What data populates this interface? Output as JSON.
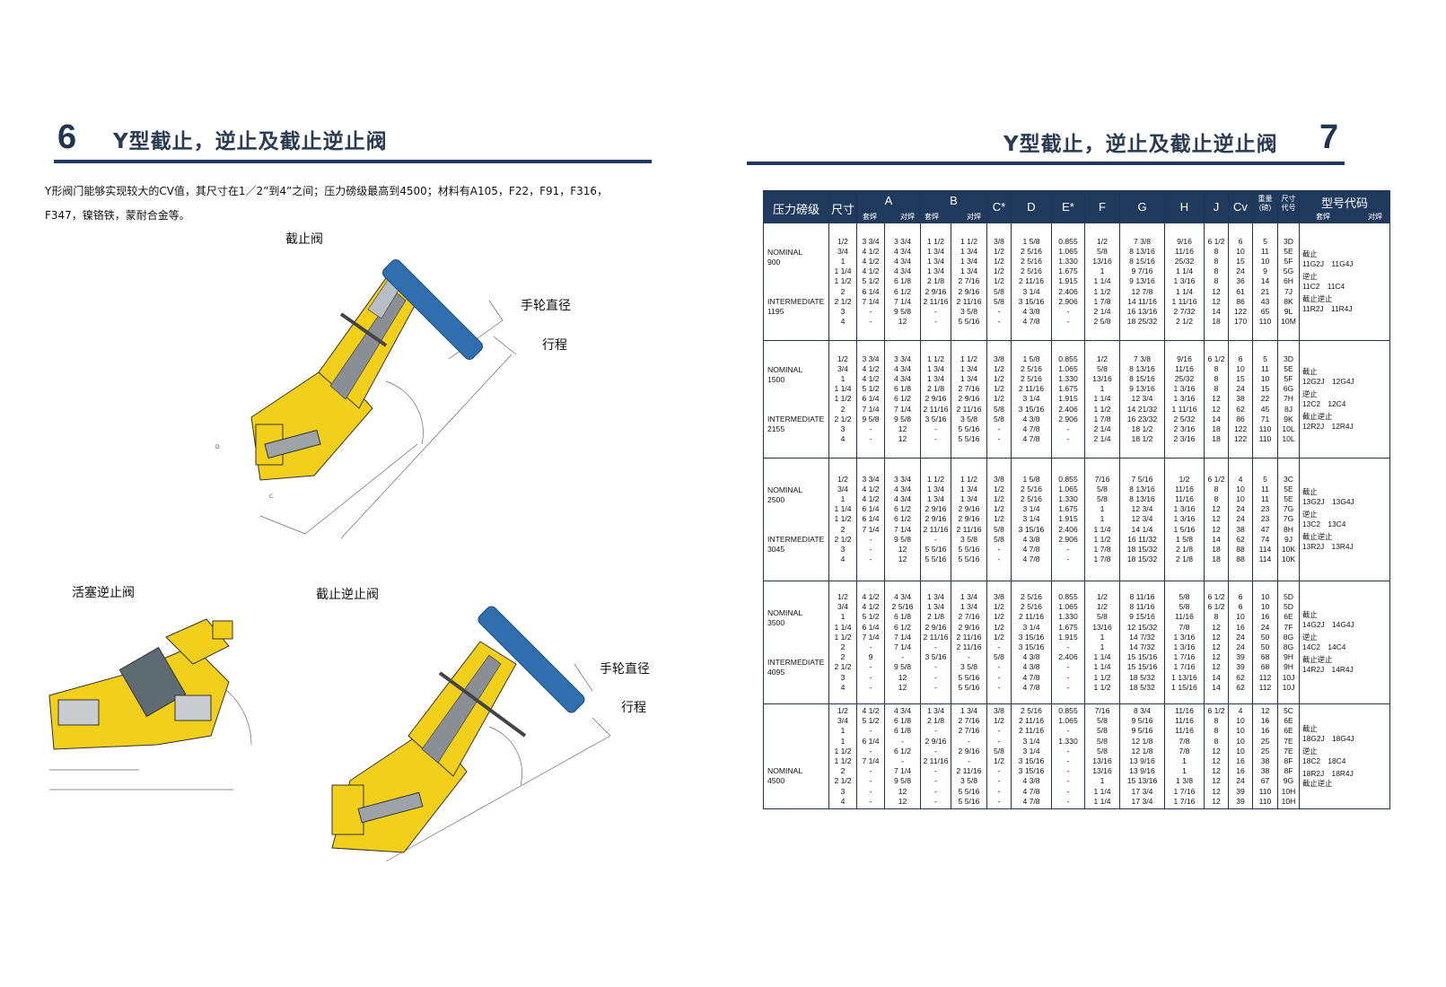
{
  "left_page": {
    "page_number": "6",
    "title": "Y型截止，逆止及截止逆止阀",
    "intro_line1": "Y形阀门能够实现较大的CV值，其尺寸在1／2”到4”之间；压力磅级最高到4500；材料有A105，F22，F91，F316，",
    "intro_line2": "F347，镍铬铁，蒙耐合金等。",
    "labels": {
      "globe": "截止阀",
      "handwheel_1": "手轮直径",
      "stroke_1": "行程",
      "piston_check": "活塞逆止阀",
      "stop_check": "截止逆止阀",
      "handwheel_2": "手轮直径",
      "stroke_2": "行程"
    }
  },
  "right_page": {
    "page_number": "7",
    "title": "Y型截止，逆止及截止逆止阀"
  },
  "colors": {
    "navy": "#1f3a5c",
    "valve_yellow": "#f2cf1a",
    "handwheel_blue": "#2f6fb0"
  },
  "table": {
    "headers": {
      "class": "压力磅级",
      "size": "尺寸",
      "A": "A",
      "A_sub1": "套焊",
      "A_sub2": "对焊",
      "B": "B",
      "B_sub1": "套焊",
      "B_sub2": "对焊",
      "C": "C*",
      "D": "D",
      "E": "E*",
      "F": "F",
      "G": "G",
      "H": "H",
      "J": "J",
      "Cv": "Cv",
      "weight": "重量\n(磅)",
      "sizecode": "尺寸\n代号",
      "model": "型号代码",
      "model_sub1": "套焊",
      "model_sub2": "对焊"
    },
    "groups": [
      {
        "pt": [
          "NOMINAL",
          "900",
          "",
          "",
          "",
          "INTERMEDIATE",
          "1195"
        ],
        "size": [
          "1/2",
          "3/4",
          "1",
          "1 1/4",
          "1 1/2",
          "2",
          "2 1/2",
          "3",
          "4"
        ],
        "A_sw": [
          "3 3/4",
          "4 1/2",
          "4 1/2",
          "4 1/2",
          "5 1/2",
          "6 1/4",
          "7 1/4",
          "-",
          "-"
        ],
        "A_bw": [
          "3 3/4",
          "4 3/4",
          "4 3/4",
          "4 3/4",
          "6 1/8",
          "6 1/2",
          "7 1/4",
          "9 5/8",
          "12"
        ],
        "B_sw": [
          "1 1/2",
          "1 3/4",
          "1 3/4",
          "1 3/4",
          "2 1/8",
          "2 9/16",
          "2 11/16",
          "-",
          "-"
        ],
        "B_bw": [
          "1 1/2",
          "1 3/4",
          "1 3/4",
          "1 3/4",
          "2 7/16",
          "2 9/16",
          "2 11/16",
          "3 5/8",
          "5 5/16"
        ],
        "C": [
          "3/8",
          "1/2",
          "1/2",
          "1/2",
          "1/2",
          "5/8",
          "5/8",
          "-",
          "-"
        ],
        "D": [
          "1 5/8",
          "2 5/16",
          "2 5/16",
          "2 5/16",
          "2 11/16",
          "3 1/4",
          "3 15/16",
          "4 3/8",
          "4 7/8"
        ],
        "E": [
          "0.855",
          "1.065",
          "1.330",
          "1.675",
          "1.915",
          "2.406",
          "2.906",
          "-",
          "-"
        ],
        "F": [
          "1/2",
          "5/8",
          "13/16",
          "1",
          "1 1/4",
          "1 1/2",
          "1 7/8",
          "2 1/4",
          "2 5/8"
        ],
        "G": [
          "7 3/8",
          "8 13/16",
          "8 15/16",
          "9 7/16",
          "9 13/16",
          "12 7/8",
          "14 11/16",
          "16 13/16",
          "18 25/32"
        ],
        "H": [
          "9/16",
          "11/16",
          "25/32",
          "1 1/4",
          "1 3/16",
          "1 1/4",
          "1 11/16",
          "2 7/32",
          "2 1/2"
        ],
        "J": [
          "6 1/2",
          "8",
          "8",
          "8",
          "8",
          "12",
          "12",
          "14",
          "18"
        ],
        "Cv": [
          "6",
          "10",
          "15",
          "24",
          "36",
          "61",
          "86",
          "122",
          "170"
        ],
        "wt": [
          "5",
          "11",
          "10",
          "9",
          "14",
          "21",
          "43",
          "65",
          "110"
        ],
        "code": [
          "3D",
          "5E",
          "5F",
          "5G",
          "6H",
          "7J",
          "8K",
          "9L",
          "10M"
        ],
        "models": [
          {
            "name": "截止",
            "sw": "11G2J",
            "bw": "11G4J"
          },
          {
            "name": "逆止",
            "sw": "11C2",
            "bw": "11C4"
          },
          {
            "name": "截止逆止",
            "sw": "11R2J",
            "bw": "11R4J"
          }
        ]
      },
      {
        "pt": [
          "NOMINAL",
          "1500",
          "",
          "",
          "",
          "INTERMEDIATE",
          "2155"
        ],
        "size": [
          "1/2",
          "3/4",
          "1",
          "1 1/4",
          "1 1/2",
          "2",
          "2 1/2",
          "3",
          "4"
        ],
        "A_sw": [
          "3 3/4",
          "4 1/2",
          "4 1/2",
          "5 1/2",
          "6 1/4",
          "7 1/4",
          "9 5/8",
          "-",
          "-"
        ],
        "A_bw": [
          "3 3/4",
          "4 3/4",
          "4 3/4",
          "6 1/8",
          "6 1/2",
          "7 1/4",
          "9 5/8",
          "12",
          "12"
        ],
        "B_sw": [
          "1 1/2",
          "1 3/4",
          "1 3/4",
          "2 1/8",
          "2 9/16",
          "2 11/16",
          "3 5/16",
          "-",
          "-"
        ],
        "B_bw": [
          "1 1/2",
          "1 3/4",
          "1 3/4",
          "2 7/16",
          "2 9/16",
          "2 11/16",
          "3 5/8",
          "5 5/16",
          "5 5/16"
        ],
        "C": [
          "3/8",
          "1/2",
          "1/2",
          "1/2",
          "1/2",
          "5/8",
          "5/8",
          "-",
          "-"
        ],
        "D": [
          "1 5/8",
          "2 5/16",
          "2 5/16",
          "2 11/16",
          "3 1/4",
          "3 15/16",
          "4 3/8",
          "4 7/8",
          "4 7/8"
        ],
        "E": [
          "0.855",
          "1.065",
          "1.330",
          "1.675",
          "1.915",
          "2.406",
          "2.906",
          "-",
          "-"
        ],
        "F": [
          "1/2",
          "5/8",
          "13/16",
          "1",
          "1 1/4",
          "1 1/2",
          "1 7/8",
          "2 1/4",
          "2 1/4"
        ],
        "G": [
          "7 3/8",
          "8 13/16",
          "8 15/16",
          "9 13/16",
          "12 3/4",
          "14 21/32",
          "16 23/32",
          "18 1/2",
          "18 1/2"
        ],
        "H": [
          "9/16",
          "11/16",
          "25/32",
          "1 3/16",
          "1 3/16",
          "1 11/16",
          "2 5/32",
          "2 3/16",
          "2 3/16"
        ],
        "J": [
          "6 1/2",
          "8",
          "8",
          "8",
          "12",
          "12",
          "14",
          "18",
          "18"
        ],
        "Cv": [
          "6",
          "10",
          "15",
          "24",
          "38",
          "62",
          "86",
          "122",
          "122"
        ],
        "wt": [
          "5",
          "11",
          "10",
          "15",
          "22",
          "45",
          "71",
          "110",
          "110"
        ],
        "code": [
          "3D",
          "5E",
          "5F",
          "6G",
          "7H",
          "8J",
          "9K",
          "10L",
          "10L"
        ],
        "models": [
          {
            "name": "截止",
            "sw": "12G2J",
            "bw": "12G4J"
          },
          {
            "name": "逆止",
            "sw": "12C2",
            "bw": "12C4"
          },
          {
            "name": "截止逆止",
            "sw": "12R2J",
            "bw": "12R4J"
          }
        ]
      },
      {
        "pt": [
          "NOMINAL",
          "2500",
          "",
          "",
          "",
          "INTERMEDIATE",
          "3045"
        ],
        "size": [
          "1/2",
          "3/4",
          "1",
          "1 1/4",
          "1 1/2",
          "2",
          "2 1/2",
          "3",
          "4"
        ],
        "A_sw": [
          "3 3/4",
          "4 1/2",
          "4 1/2",
          "6 1/4",
          "6 1/4",
          "7 1/4",
          "-",
          "-",
          "-"
        ],
        "A_bw": [
          "3 3/4",
          "4 3/4",
          "4 3/4",
          "6 1/2",
          "6 1/2",
          "7 1/4",
          "9 5/8",
          "12",
          "12"
        ],
        "B_sw": [
          "1 1/2",
          "1 3/4",
          "1 3/4",
          "2 9/16",
          "2 9/16",
          "2 11/16",
          "-",
          "5 5/16",
          "5 5/16"
        ],
        "B_bw": [
          "1 1/2",
          "1 3/4",
          "1 3/4",
          "2 9/16",
          "2 9/16",
          "2 11/16",
          "3 5/8",
          "5 5/16",
          "5 5/16"
        ],
        "C": [
          "3/8",
          "1/2",
          "1/2",
          "1/2",
          "1/2",
          "5/8",
          "5/8",
          "-",
          "-"
        ],
        "D": [
          "1 5/8",
          "2 5/16",
          "2 5/16",
          "3 1/4",
          "3 1/4",
          "3 15/16",
          "4 3/8",
          "4 7/8",
          "4 7/8"
        ],
        "E": [
          "0.855",
          "1.065",
          "1.330",
          "1.675",
          "1.915",
          "2.406",
          "2.906",
          "-",
          "-"
        ],
        "F": [
          "7/16",
          "5/8",
          "5/8",
          "1",
          "1",
          "1 1/4",
          "1 1/2",
          "1 7/8",
          "1 7/8"
        ],
        "G": [
          "7 5/16",
          "8 13/16",
          "8 13/16",
          "12 3/4",
          "12 3/4",
          "14 1/4",
          "16 11/32",
          "18 15/32",
          "18 15/32"
        ],
        "H": [
          "1/2",
          "11/16",
          "11/16",
          "1 3/16",
          "1 3/16",
          "1 5/16",
          "1 5/8",
          "2 1/8",
          "2 1/8"
        ],
        "J": [
          "6 1/2",
          "8",
          "8",
          "12",
          "12",
          "12",
          "14",
          "18",
          "18"
        ],
        "Cv": [
          "4",
          "10",
          "10",
          "24",
          "24",
          "38",
          "62",
          "88",
          "88"
        ],
        "wt": [
          "5",
          "11",
          "11",
          "23",
          "23",
          "47",
          "74",
          "114",
          "114"
        ],
        "code": [
          "3C",
          "5E",
          "5E",
          "7G",
          "7G",
          "8H",
          "9J",
          "10K",
          "10K"
        ],
        "models": [
          {
            "name": "截止",
            "sw": "13G2J",
            "bw": "13G4J"
          },
          {
            "name": "逆止",
            "sw": "13C2",
            "bw": "13C4"
          },
          {
            "name": "截止逆止",
            "sw": "13R2J",
            "bw": "13R4J"
          }
        ]
      },
      {
        "pt": [
          "NOMINAL",
          "3500",
          "",
          "",
          "",
          "INTERMEDIATE",
          "4095"
        ],
        "size": [
          "1/2",
          "3/4",
          "1",
          "1 1/4",
          "1 1/2",
          "2",
          "2",
          "2 1/2",
          "3",
          "4"
        ],
        "A_sw": [
          "4 1/2",
          "4 1/2",
          "5 1/2",
          "6 1/4",
          "7 1/4",
          "-",
          "9",
          "-",
          "-",
          "-"
        ],
        "A_bw": [
          "4 3/4",
          "2 5/16",
          "6 1/8",
          "6 1/2",
          "7 1/4",
          "7 1/4",
          "-",
          "9 5/8",
          "12",
          "12"
        ],
        "B_sw": [
          "1 3/4",
          "1 3/4",
          "2 1/8",
          "2 9/16",
          "2 11/16",
          "-",
          "3 5/16",
          "-",
          "-",
          "-"
        ],
        "B_bw": [
          "1 3/4",
          "1 3/4",
          "2 7/16",
          "2 9/16",
          "2 11/16",
          "2 11/16",
          "-",
          "3 5/8",
          "5 5/16",
          "5 5/16"
        ],
        "C": [
          "3/8",
          "1/2",
          "1/2",
          "1/2",
          "1/2",
          "-",
          "5/8",
          "-",
          "-",
          "-"
        ],
        "D": [
          "2 5/16",
          "2 5/16",
          "2 11/16",
          "3 1/4",
          "3 15/16",
          "3 15/16",
          "4 3/8",
          "4 3/8",
          "4 7/8",
          "4 7/8"
        ],
        "E": [
          "0.855",
          "1.065",
          "1.330",
          "1.675",
          "1.915",
          "-",
          "2.406",
          "-",
          "-",
          "-"
        ],
        "F": [
          "1/2",
          "1/2",
          "5/8",
          "13/16",
          "1",
          "1",
          "1 1/4",
          "1 1/4",
          "1 1/2",
          "1 1/2"
        ],
        "G": [
          "8 11/16",
          "8 11/16",
          "9 15/16",
          "12 15/32",
          "14 7/32",
          "14 7/32",
          "15 15/16",
          "15 15/16",
          "18 5/32",
          "18 5/32"
        ],
        "H": [
          "5/8",
          "5/8",
          "11/16",
          "7/8",
          "1 3/16",
          "1 3/16",
          "1 7/16",
          "1 7/16",
          "1 13/16",
          "1 15/16"
        ],
        "J": [
          "6 1/2",
          "6 1/2",
          "8",
          "12",
          "12",
          "12",
          "12",
          "12",
          "14",
          "14"
        ],
        "Cv": [
          "6",
          "6",
          "10",
          "16",
          "24",
          "24",
          "39",
          "39",
          "62",
          "62"
        ],
        "wt": [
          "10",
          "10",
          "16",
          "24",
          "50",
          "50",
          "68",
          "68",
          "112",
          "112"
        ],
        "code": [
          "5D",
          "5D",
          "6E",
          "7F",
          "8G",
          "8G",
          "9H",
          "9H",
          "10J",
          "10J"
        ],
        "models": [
          {
            "name": "截止",
            "sw": "14G2J",
            "bw": "14G4J"
          },
          {
            "name": "逆止",
            "sw": "14C2",
            "bw": "14C4"
          },
          {
            "name": "截止逆止",
            "sw": "14R2J",
            "bw": "14R4J"
          }
        ]
      },
      {
        "pt": [
          "",
          "",
          "",
          "",
          "NOMINAL",
          "4500"
        ],
        "size": [
          "1/2",
          "3/4",
          "1",
          "1",
          "1 1/2",
          "1 1/2",
          "2",
          "2 1/2",
          "3",
          "4"
        ],
        "A_sw": [
          "4 1/2",
          "5 1/2",
          "-",
          "6 1/4",
          "-",
          "7 1/4",
          "-",
          "-",
          "-",
          "-"
        ],
        "A_bw": [
          "4 3/4",
          "6 1/8",
          "6 1/8",
          "-",
          "6 1/2",
          "-",
          "7 1/4",
          "9 5/8",
          "12",
          "12"
        ],
        "B_sw": [
          "1 3/4",
          "2 1/8",
          "-",
          "2 9/16",
          "-",
          "2 11/16",
          "-",
          "-",
          "-",
          "-"
        ],
        "B_bw": [
          "1 3/4",
          "2 7/16",
          "2 7/16",
          "-",
          "2 9/16",
          "-",
          "2 11/16",
          "3 5/8",
          "5 5/16",
          "5 5/16"
        ],
        "C": [
          "3/8",
          "1/2",
          "-",
          "-",
          "5/8",
          "1/2",
          "-",
          "-",
          "-",
          "-"
        ],
        "D": [
          "2 5/16",
          "2 11/16",
          "2 11/16",
          "3 1/4",
          "3 1/4",
          "3 15/16",
          "3 15/16",
          "4 3/8",
          "4 7/8",
          "4 7/8"
        ],
        "E": [
          "0.855",
          "1.065",
          "-",
          "1.330",
          "-",
          "-",
          "-",
          "-",
          "-",
          "-"
        ],
        "F": [
          "7/16",
          "5/8",
          "5/8",
          "5/8",
          "5/8",
          "13/16",
          "13/16",
          "1",
          "1 1/4",
          "1 1/4"
        ],
        "G": [
          "8 3/4",
          "9 5/16",
          "9 5/16",
          "12 1/8",
          "12 1/8",
          "13 9/16",
          "13 9/16",
          "15 13/16",
          "17 3/4",
          "17 3/4"
        ],
        "H": [
          "11/16",
          "11/16",
          "11/16",
          "7/8",
          "7/8",
          "1",
          "1",
          "1 3/8",
          "1 7/16",
          "1 7/16"
        ],
        "J": [
          "6 1/2",
          "8",
          "8",
          "8",
          "12",
          "12",
          "12",
          "12",
          "12",
          "12"
        ],
        "Cv": [
          "4",
          "10",
          "10",
          "10",
          "10",
          "16",
          "16",
          "24",
          "39",
          "39"
        ],
        "wt": [
          "12",
          "16",
          "16",
          "25",
          "25",
          "38",
          "38",
          "67",
          "110",
          "110"
        ],
        "code": [
          "5C",
          "6E",
          "6E",
          "7E",
          "7E",
          "8F",
          "8F",
          "9G",
          "10H",
          "10H"
        ],
        "models": [
          {
            "name": "截止",
            "sw": "18G2J",
            "bw": "18G4J"
          },
          {
            "name": "逆止",
            "sw": "18C2",
            "bw": "18C4"
          },
          {
            "name": "截止逆止",
            "sw": "18R2J",
            "bw": "18R4J",
            "name_after": true
          }
        ]
      }
    ]
  }
}
